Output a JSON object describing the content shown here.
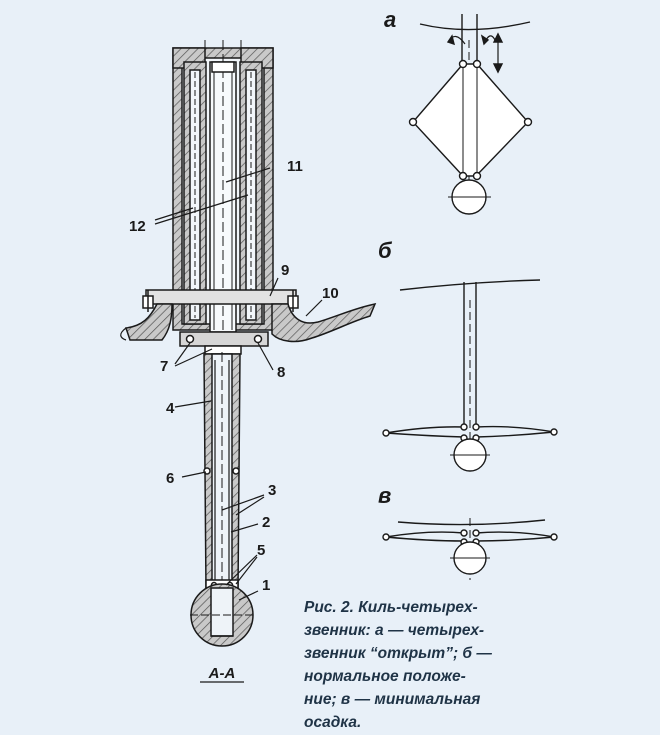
{
  "figure": {
    "part_labels": [
      "1",
      "2",
      "3",
      "4",
      "5",
      "6",
      "7",
      "8",
      "9",
      "10",
      "11",
      "12"
    ],
    "section_label": "А-А",
    "view_labels": [
      "а",
      "б",
      "в"
    ]
  },
  "caption": {
    "lines": [
      "Рис. 2. Киль-четырех-",
      "звенник: а — четырех-",
      "звенник “открыт”; б —",
      "нормальное положе-",
      "ние; в — минимальная",
      "осадка."
    ]
  },
  "colors": {
    "background": "#e8f0f8",
    "ink": "#1a1a1a",
    "caption": "#1f3346",
    "hatch_fill": "#b9b9b9"
  }
}
